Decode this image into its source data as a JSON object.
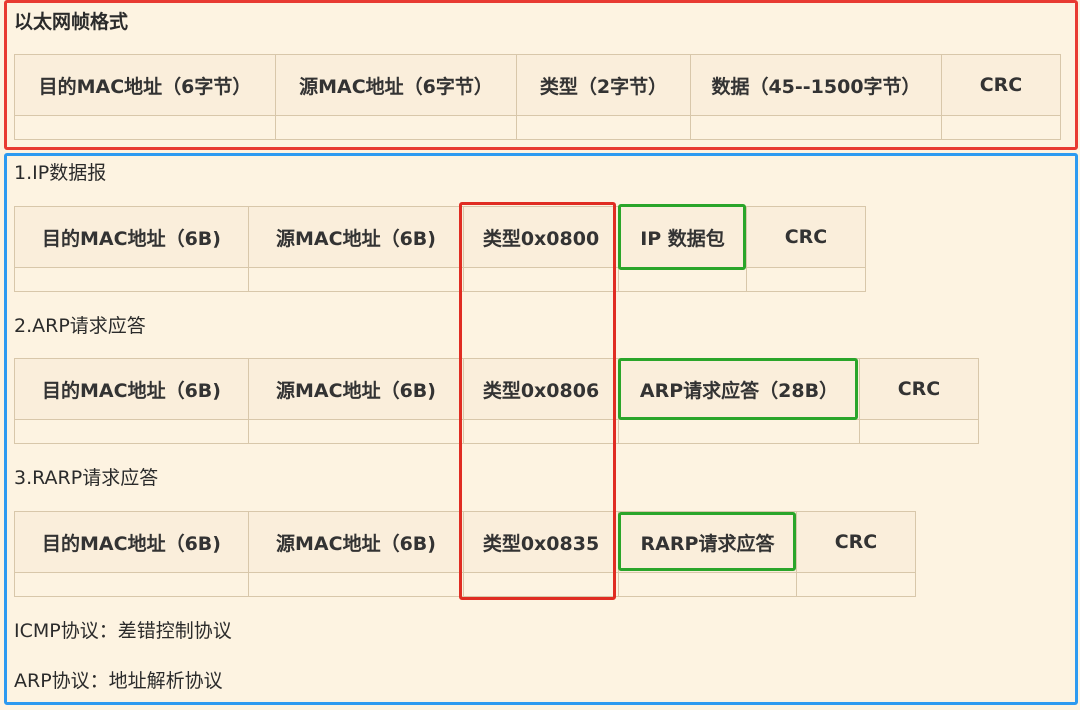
{
  "section_title": "以太网帧格式",
  "ethernet_frame": {
    "headers": [
      "目的MAC地址（6字节）",
      "源MAC地址（6字节）",
      "类型（2字节）",
      "数据（45--1500字节）",
      "CRC"
    ]
  },
  "ip_datagram": {
    "label": "1.IP数据报",
    "headers": [
      "目的MAC地址（6B)",
      "源MAC地址（6B)",
      "类型0x0800",
      "IP 数据包",
      "CRC"
    ]
  },
  "arp": {
    "label": "2.ARP请求应答",
    "headers": [
      "目的MAC地址（6B)",
      "源MAC地址（6B)",
      "类型0x0806",
      "ARP请求应答（28B）",
      "CRC"
    ]
  },
  "rarp": {
    "label": "3.RARP请求应答",
    "headers": [
      "目的MAC地址（6B)",
      "源MAC地址（6B)",
      "类型0x0835",
      "RARP请求应答",
      "CRC"
    ]
  },
  "notes": {
    "icmp": "ICMP协议：差错控制协议",
    "arp": "ARP协议：地址解析协议"
  },
  "colors": {
    "background": "#fdf3e1",
    "header_cell": "#faeedb",
    "cell_border": "#d8c7aa",
    "highlight_red": "#e83a32",
    "highlight_blue": "#2d9af0",
    "highlight_green": "#2aa52a"
  }
}
